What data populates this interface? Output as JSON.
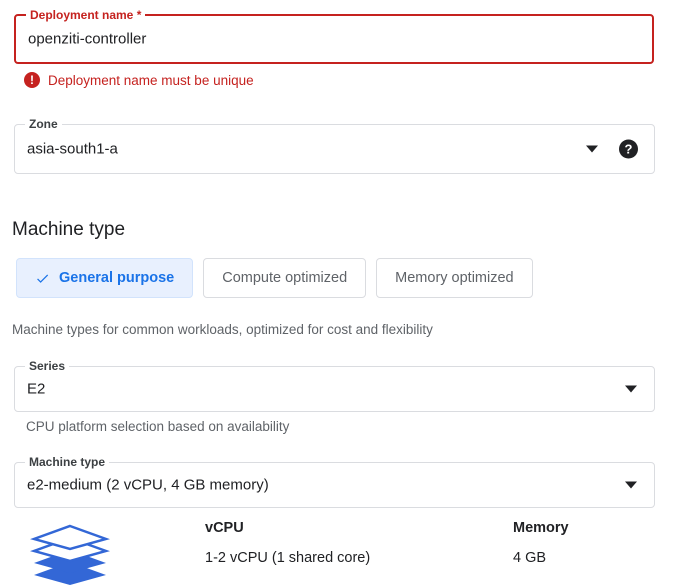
{
  "colors": {
    "error": "#c5221f",
    "accent": "#1a73e8",
    "accent_bg": "#e8f0fe",
    "text": "#202124",
    "muted": "#5f6368",
    "border": "#dadce0"
  },
  "deployment_name": {
    "label": "Deployment name",
    "required_marker": "*",
    "value": "openziti-controller",
    "error_message": "Deployment name must be unique",
    "error_glyph": "!"
  },
  "zone": {
    "label": "Zone",
    "value": "asia-south1-a",
    "help_glyph": "?"
  },
  "machine_type_section": {
    "title": "Machine type",
    "options": [
      {
        "label": "General purpose",
        "selected": true
      },
      {
        "label": "Compute optimized",
        "selected": false
      },
      {
        "label": "Memory optimized",
        "selected": false
      }
    ],
    "description": "Machine types for common workloads, optimized for cost and flexibility"
  },
  "series": {
    "label": "Series",
    "value": "E2",
    "helper": "CPU platform selection based on availability"
  },
  "machine_type": {
    "label": "Machine type",
    "value": "e2-medium (2 vCPU, 4 GB memory)"
  },
  "specs": {
    "vcpu_header": "vCPU",
    "vcpu_value": "1-2 vCPU (1 shared core)",
    "memory_header": "Memory",
    "memory_value": "4 GB"
  }
}
